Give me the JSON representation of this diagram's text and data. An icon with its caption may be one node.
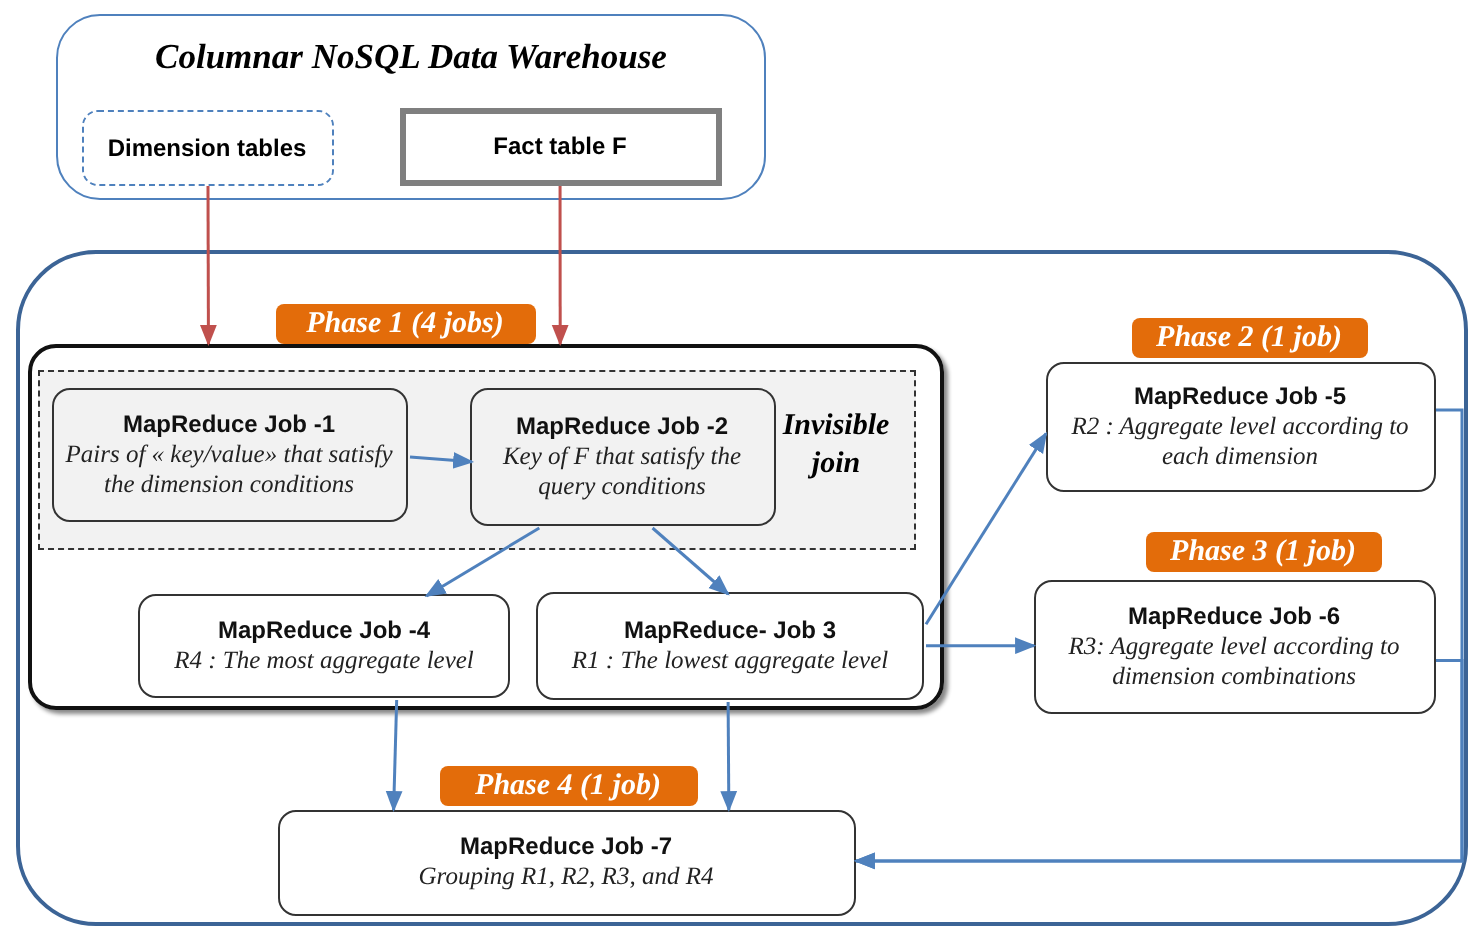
{
  "diagram": {
    "nodes": [
      {
        "text": [
          "Columnar NoSQL Data Warehouse"
        ]
      },
      {
        "text": [
          "Dimension tables"
        ],
        "in": 0
      },
      {
        "text": [
          "Fact table F"
        ],
        "in": 0
      },
      {
        "text": [],
        "shape": "box"
      },
      {
        "text": [
          "Phase 1 (4 jobs)"
        ],
        "in": 3
      },
      {
        "text": [
          "Invisible join"
        ],
        "in": 4
      },
      {
        "text": [
          "MapReduce Job -1",
          "Pairs of « key/value» that satisfy the dimension conditions"
        ],
        "in": 5
      },
      {
        "text": [
          "MapReduce Job -2",
          "Key of F that satisfy the query conditions"
        ],
        "in": 5
      },
      {
        "text": [
          "MapReduce Job -4",
          "R4 : The most aggregate level"
        ],
        "in": 4
      },
      {
        "text": [
          "MapReduce- Job 3",
          "R1 : The lowest aggregate level"
        ],
        "in": 4
      },
      {
        "text": [
          "Phase 2 (1 job)",
          "MapReduce Job -5",
          "R2 : Aggregate level according to each dimension"
        ],
        "in": 3
      },
      {
        "text": [
          "Phase 3 (1 job)",
          "MapReduce Job -6",
          "R3: Aggregate level according to dimension combinations"
        ],
        "in": 3
      },
      {
        "text": [
          "Phase 4 (1 job)",
          "MapReduce Job -7",
          "Grouping R1, R2, R3, and R4"
        ],
        "in": 3
      }
    ],
    "edges": [
      {
        "from": 1,
        "to": 4,
        "arrow": "to",
        "color": "#c0504d"
      },
      {
        "from": 2,
        "to": 4,
        "arrow": "to",
        "color": "#c0504d"
      },
      {
        "from": 6,
        "to": 7,
        "arrow": "to"
      },
      {
        "from": 7,
        "to": 8,
        "arrow": "to"
      },
      {
        "from": 7,
        "to": 9,
        "arrow": "to"
      },
      {
        "from": 9,
        "to": 10,
        "arrow": "to"
      },
      {
        "from": 9,
        "to": 11,
        "arrow": "to"
      },
      {
        "from": 8,
        "to": 12,
        "arrow": "to"
      },
      {
        "from": 9,
        "to": 12,
        "arrow": "to"
      },
      {
        "from": 10,
        "to": 12,
        "arrow": "to"
      },
      {
        "from": 11,
        "to": 12,
        "arrow": "to"
      }
    ]
  }
}
